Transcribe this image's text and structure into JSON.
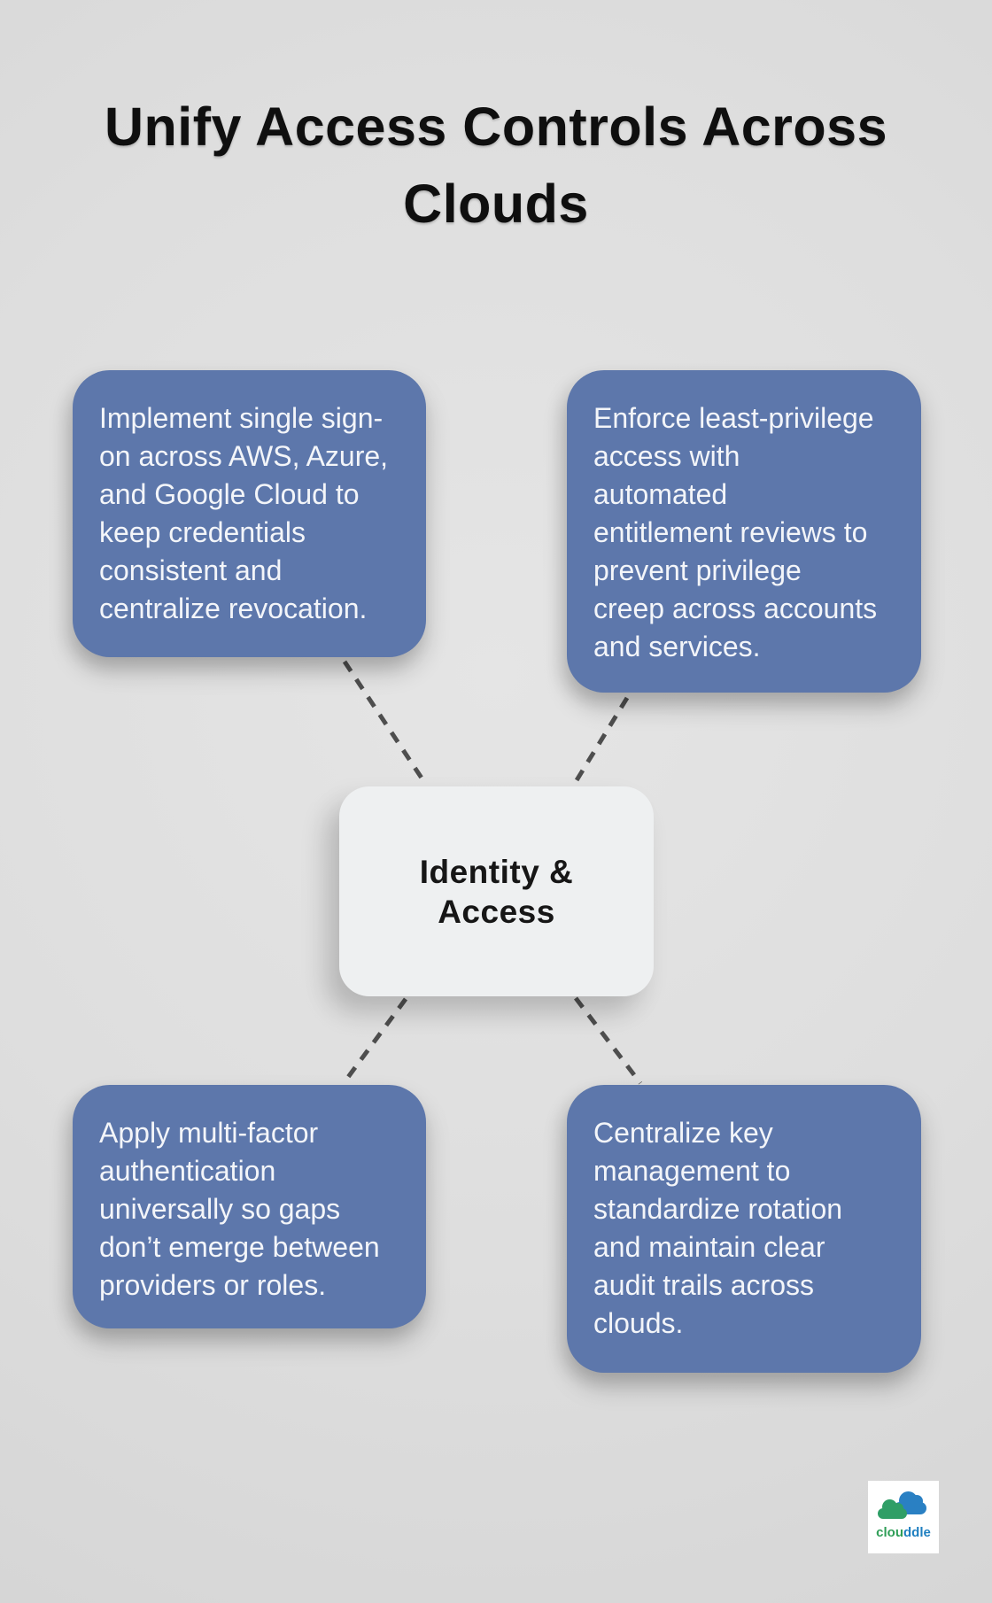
{
  "title": "Unify Access Controls Across\nClouds",
  "center_node": {
    "label": "Identity &\nAccess"
  },
  "cards": [
    {
      "id": "single-sign-on",
      "text": "Implement single sign-\non across AWS, Azure,\nand Google Cloud to\nkeep credentials\nconsistent and\ncentralize revocation."
    },
    {
      "id": "least-privilege",
      "text": "Enforce least-privilege\naccess with\nautomated\nentitlement reviews to\nprevent privilege\ncreep across accounts\nand services."
    },
    {
      "id": "multi-factor-authentication",
      "text": "Apply multi-factor\nauthentication\nuniversally so gaps\ndon’t emerge between\nproviders or roles."
    },
    {
      "id": "key-management",
      "text": "Centralize key\nmanagement to\nstandardize rotation\nand maintain clear\naudit trails across\nclouds."
    }
  ],
  "logo": {
    "wordmark_left": "clou",
    "wordmark_right": "ddle"
  },
  "colors": {
    "background": "#dedede",
    "card_blue": "#5d77ab",
    "card_text": "#f3f5f9",
    "center_node_bg": "#eef0f1",
    "title_text": "#0f0f0f",
    "connector_gray": "#4e4e4e",
    "logo_green": "#2f9e57",
    "logo_blue": "#1e7fc0"
  }
}
